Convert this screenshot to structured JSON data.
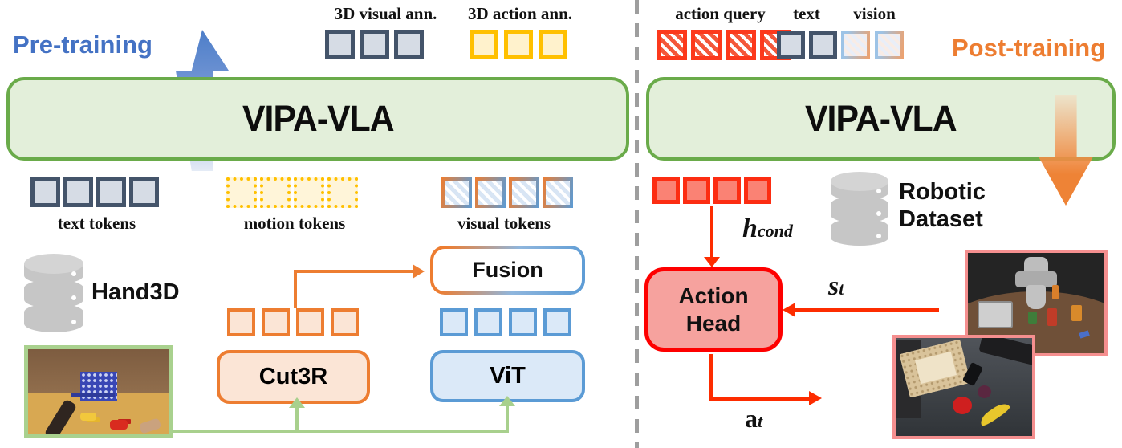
{
  "left": {
    "phase": "Pre-training",
    "model": "VIPA-VLA",
    "ann_visual": "3D visual ann.",
    "ann_action": "3D action ann.",
    "tokens_text": "text tokens",
    "tokens_motion": "motion tokens",
    "tokens_visual": "visual tokens",
    "dataset": "Hand3D",
    "fusion": "Fusion",
    "cut3r": "Cut3R",
    "vit": "ViT",
    "counts": {
      "ann_visual": 3,
      "ann_action": 3,
      "text_tokens": 4,
      "motion_tokens": 4,
      "visual_tokens": 4,
      "cut3r_out": 4,
      "vit_out": 4
    }
  },
  "right": {
    "phase": "Post-training",
    "model": "VIPA-VLA",
    "label_action_query": "action query",
    "label_text": "text",
    "label_vision": "vision",
    "dataset_line1": "Robotic",
    "dataset_line2": "Dataset",
    "action_head_line1": "Action",
    "action_head_line2": "Head",
    "math": {
      "h_base": "h",
      "h_sub": "cond",
      "s_base": "s",
      "s_sub": "t",
      "a_base": "a",
      "a_sub": "t"
    },
    "counts": {
      "action_query": 4,
      "text": 2,
      "vision": 2,
      "cond": 4
    }
  },
  "colors": {
    "pretraining_text": "#4472c4",
    "posttraining_text": "#ed7d31",
    "model_box_border": "#6aab4a",
    "model_box_fill": "#e3efda",
    "text_token_border": "#44546a",
    "text_token_fill": "#d6dce5",
    "motion_token_border": "#ffc000",
    "motion_token_fill": "#fff2cc",
    "orange_accent": "#ed7d31",
    "blue_accent": "#5b9bd5",
    "red_accent": "#fd2c00",
    "action_head_fill": "#f6a29e",
    "green_connector": "#a8d08d",
    "photo_border_salmon": "#f58f8f",
    "photo_border_green": "#a9d18e",
    "divider_gray": "#9e9e9e"
  }
}
